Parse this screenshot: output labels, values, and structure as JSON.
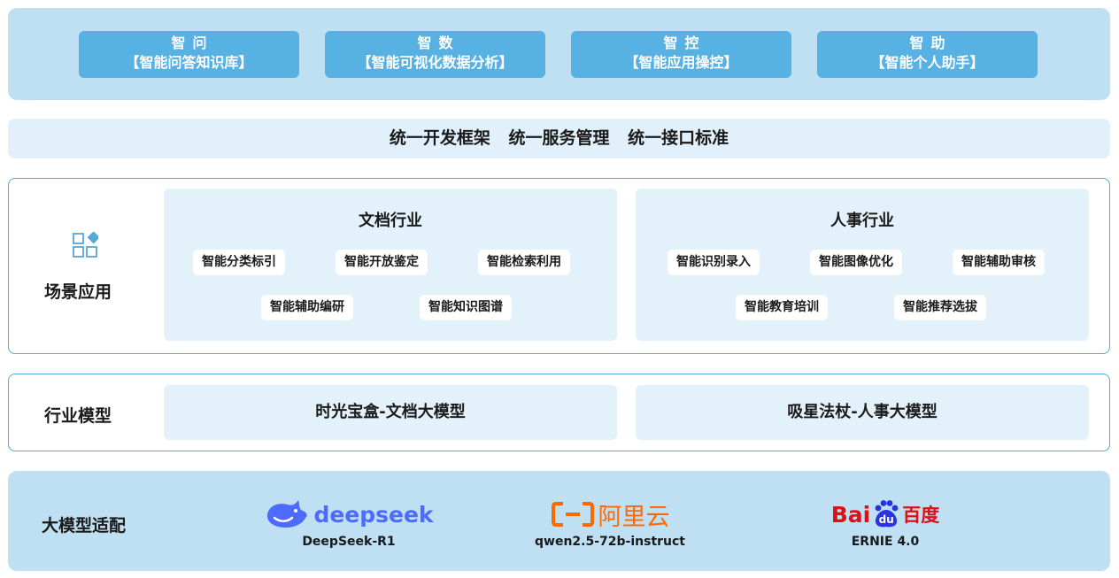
{
  "capabilities": [
    {
      "title": "智问",
      "subtitle": "【智能问答知识库】"
    },
    {
      "title": "智数",
      "subtitle": "【智能可视化数据分析】"
    },
    {
      "title": "智控",
      "subtitle": "【智能应用操控】"
    },
    {
      "title": "智助",
      "subtitle": "【智能个人助手】"
    }
  ],
  "framework": "统一开发框架 统一服务管理 统一接口标准",
  "scenario": {
    "label": "场景应用",
    "doc": {
      "title": "文档行业",
      "items": [
        "智能分类标引",
        "智能开放鉴定",
        "智能检索利用",
        "智能辅助编研",
        "智能知识图谱"
      ]
    },
    "hr": {
      "title": "人事行业",
      "items": [
        "智能识别录入",
        "智能图像优化",
        "智能辅助审核",
        "智能教育培训",
        "智能推荐选拔"
      ]
    }
  },
  "industry": {
    "label": "行业模型",
    "models": [
      "时光宝盒-文档大模型",
      "吸星法杖-人事大模型"
    ]
  },
  "llm": {
    "label": "大模型适配",
    "vendors": [
      {
        "logo_text": "deepseek",
        "model": "DeepSeek-R1"
      },
      {
        "logo_text": "阿里云",
        "model": "qwen2.5-72b-instruct"
      },
      {
        "logo_text_a": "Bai",
        "logo_text_b": "du",
        "logo_text_c": "百度",
        "model": "ERNIE 4.0"
      }
    ]
  },
  "colors": {
    "accent": "#57b1e2",
    "band": "#bfe0f3",
    "light": "#e3f1fb",
    "border": "#57a8d8",
    "deepseek": "#4d6bfe",
    "aliyun": "#ff6a00",
    "baidu_red": "#de0f17",
    "baidu_blue": "#2932e1"
  }
}
